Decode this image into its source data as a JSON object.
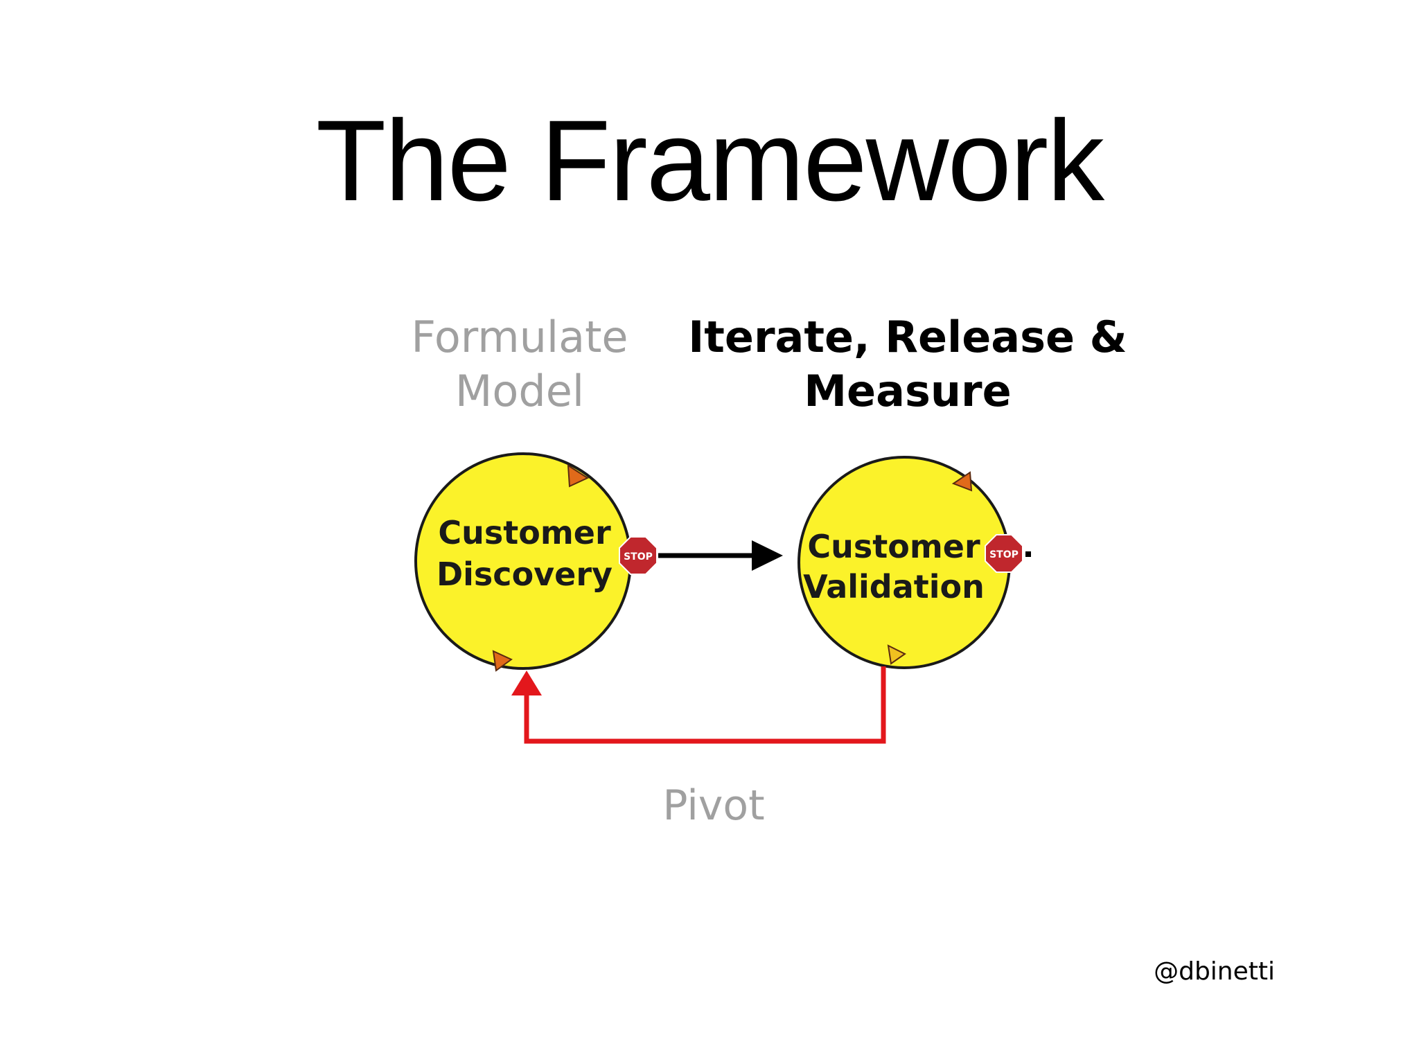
{
  "slide": {
    "title": "The Framework",
    "phase_left": {
      "line1": "Formulate",
      "line2": "Model"
    },
    "phase_right": {
      "line1": "Iterate, Release &",
      "line2": "Measure"
    },
    "nodes": [
      {
        "line1": "Customer",
        "line2": "Discovery",
        "badge": "STOP"
      },
      {
        "line1": "Customer",
        "line2": "Validation",
        "badge": "STOP"
      }
    ],
    "loop_label": "Pivot",
    "handle": "@dbinetti"
  },
  "colors": {
    "node_fill": "#fbf22a",
    "stop_fill": "#c0272d",
    "pivot_arrow": "#e3171c",
    "forward_arrow": "#000000",
    "muted_text": "#a0a0a0"
  }
}
